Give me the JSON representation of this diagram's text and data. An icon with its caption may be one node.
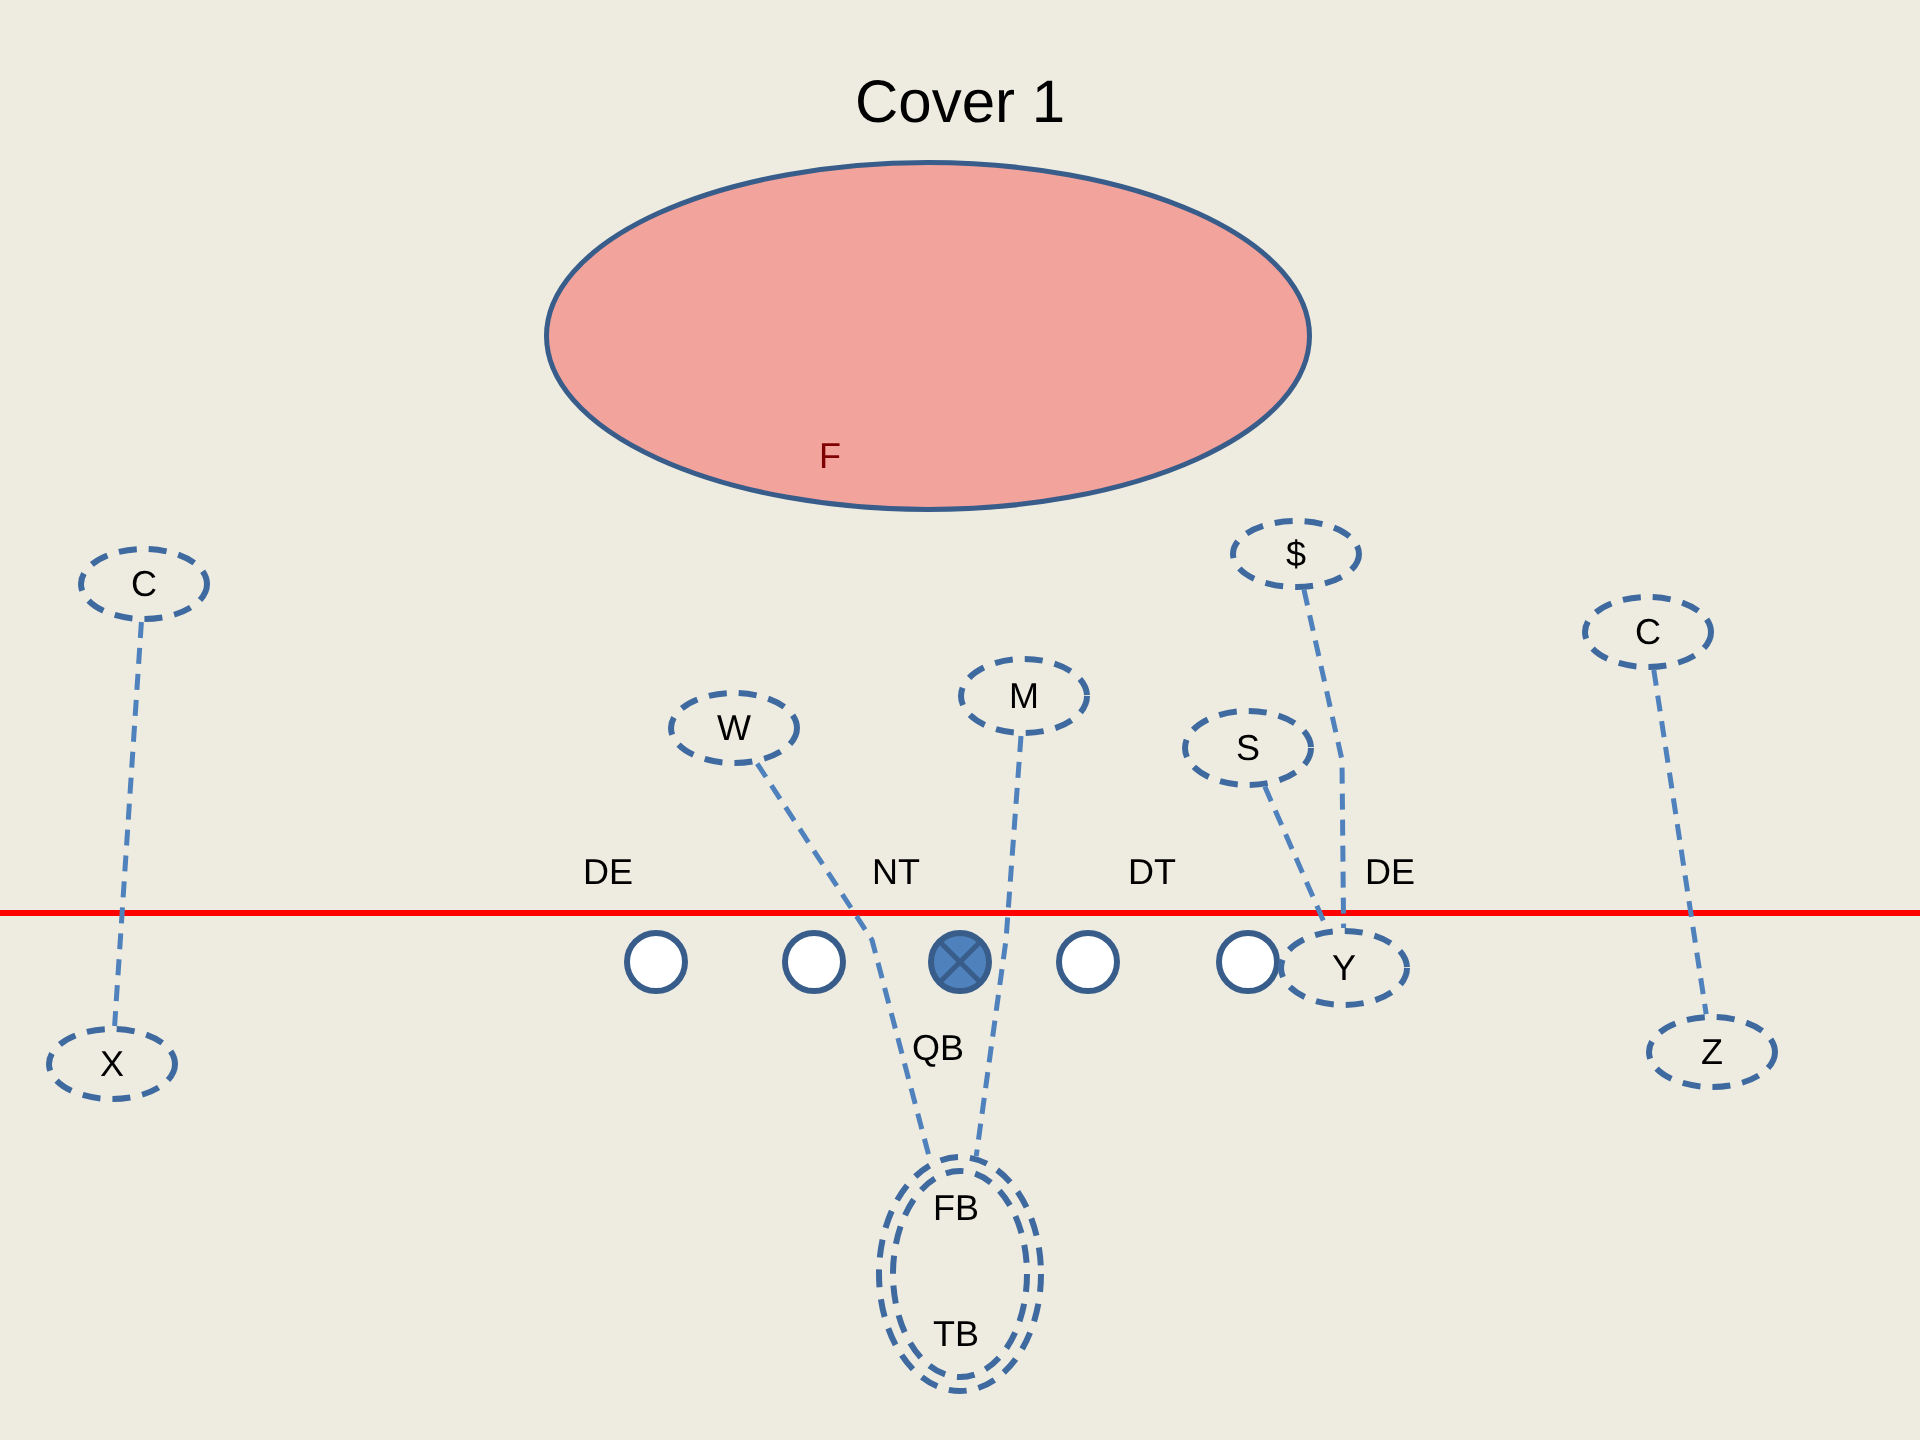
{
  "diagram": {
    "title": "Cover 1",
    "nodes": [
      {
        "text": [
          "F"
        ]
      },
      {
        "text": [
          "$"
        ]
      },
      {
        "text": [
          "C"
        ]
      },
      {
        "text": [
          "C"
        ]
      },
      {
        "text": [
          "M"
        ]
      },
      {
        "text": [
          "W"
        ]
      },
      {
        "text": [
          "S"
        ]
      },
      {
        "text": [],
        "shape": "circle"
      },
      {
        "text": [],
        "shape": "circle"
      },
      {
        "text": [],
        "shape": "circle"
      },
      {
        "text": [],
        "shape": "circle"
      },
      {
        "text": [],
        "shape": "circle"
      },
      {
        "text": [
          "Y"
        ]
      },
      {
        "text": [
          "X"
        ]
      },
      {
        "text": [
          "Z"
        ]
      },
      {
        "text": [
          "FB",
          "TB"
        ]
      }
    ],
    "edges": [
      {
        "from": 2,
        "to": 13,
        "arrow": "none",
        "style": "dashed"
      },
      {
        "from": 3,
        "to": 14,
        "arrow": "none",
        "style": "dashed"
      },
      {
        "from": 5,
        "to": 15,
        "arrow": "none",
        "style": "dashed"
      },
      {
        "from": 4,
        "to": 15,
        "arrow": "none",
        "style": "dashed"
      },
      {
        "from": 1,
        "to": 12,
        "arrow": "none",
        "style": "dashed"
      },
      {
        "from": 6,
        "to": 12,
        "arrow": "none",
        "style": "dashed"
      }
    ],
    "labels": [
      "DE",
      "NT",
      "DT",
      "DE",
      "QB"
    ]
  }
}
